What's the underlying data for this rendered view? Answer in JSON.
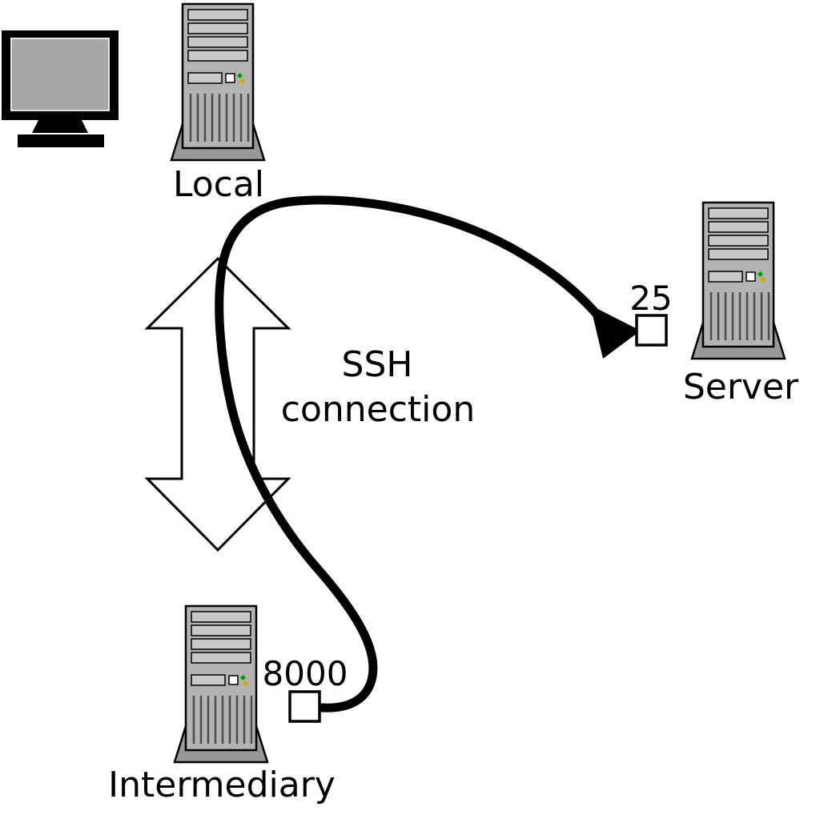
{
  "diagram": {
    "nodes": {
      "local": {
        "label": "Local",
        "icon": "computer-tower-icon"
      },
      "server": {
        "label": "Server",
        "port": "25",
        "icon": "computer-tower-icon"
      },
      "intermediary": {
        "label": "Intermediary",
        "port": "8000",
        "icon": "computer-tower-icon"
      }
    },
    "connection": {
      "label_line1": "SSH",
      "label_line2": "connection",
      "tunnel_icon": "double-headed-arrow",
      "forward_icon": "curved-arrow"
    },
    "monitor_icon": "crt-monitor-icon",
    "colors": {
      "background": "#ffffff",
      "line": "#000000",
      "tower_body": "#b3b3b3",
      "tower_bay": "#c8c8c8",
      "tower_base": "#999999",
      "screen": "#a6a6a6",
      "led_green": "#00a000",
      "led_amber": "#d4aa00",
      "arrow_fill": "#ffffff"
    }
  }
}
